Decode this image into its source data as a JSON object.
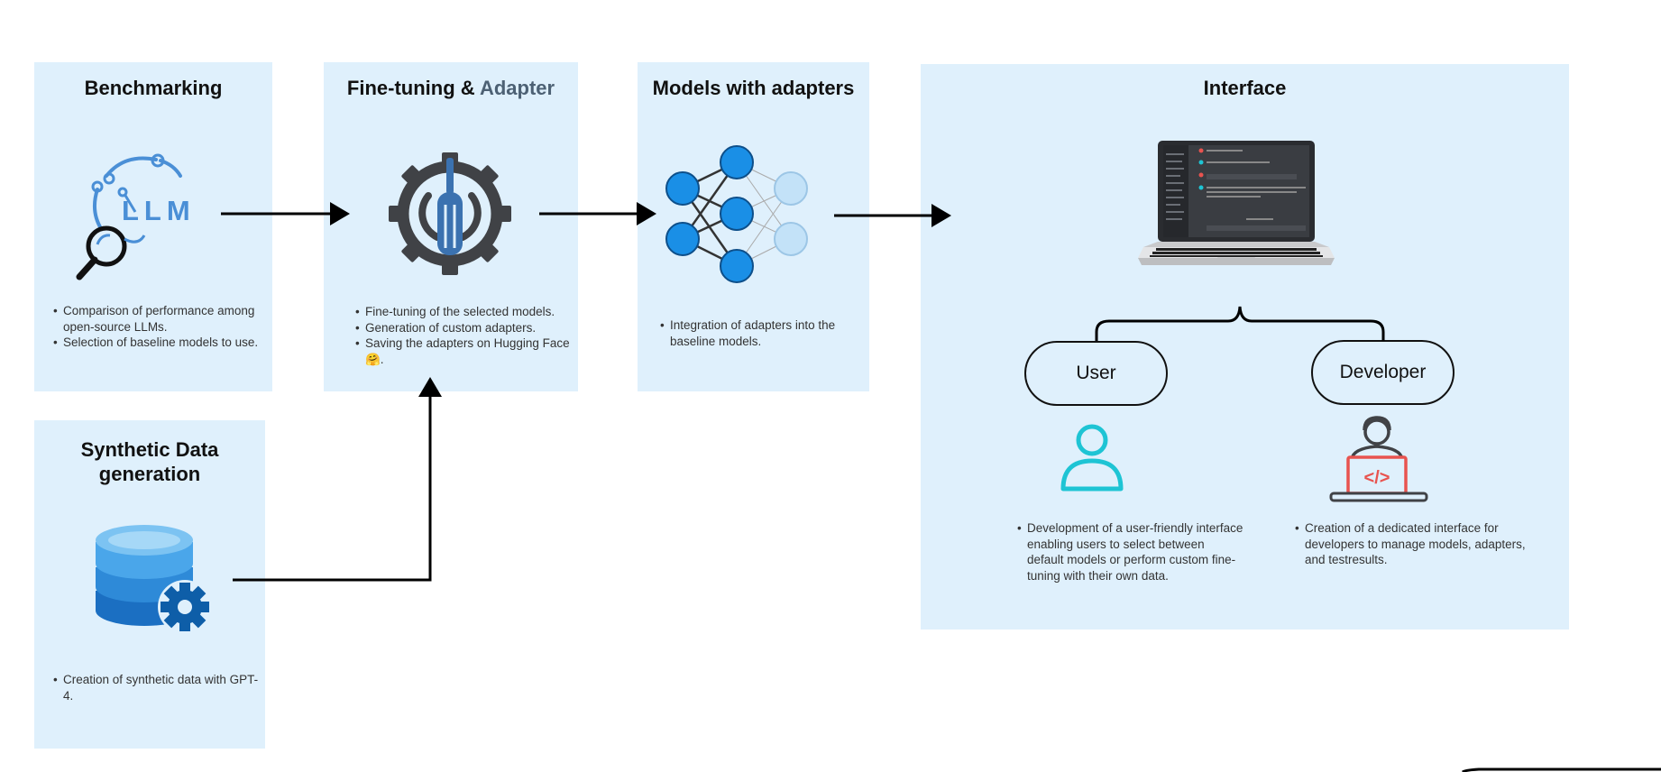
{
  "benchmarking": {
    "title": "Benchmarking",
    "icon_text": "LLM",
    "bullets": [
      "Comparison of performance among open-source LLMs.",
      " Selection of baseline models to use."
    ]
  },
  "finetuning": {
    "title_main": "Fine-tuning & ",
    "title_accent": "Adapter",
    "bullets": [
      "Fine-tuning of the selected models.",
      "Generation of custom adapters.",
      "Saving the adapters on Hugging Face 🤗."
    ]
  },
  "models": {
    "title": "Models with adapters",
    "bullets": [
      "Integration of adapters into the baseline models."
    ]
  },
  "synthetic": {
    "title_line1": "Synthetic Data",
    "title_line2": "generation",
    "bullets": [
      "Creation of synthetic data with GPT-4."
    ]
  },
  "interface": {
    "title": "Interface",
    "user_label": "User",
    "developer_label": "Developer",
    "user_bullets": [
      "Development of a user-friendly interface enabling users to select between default models or perform custom fine-tuning with their own data."
    ],
    "developer_bullets": [
      "Creation of a dedicated interface for developers to manage models, adapters, and testresults."
    ]
  },
  "colors": {
    "panel_bg": "#dff0fc",
    "icon_blue": "#4a8fd6",
    "node_blue": "#1a8fe6",
    "node_light": "#c3e2f8",
    "user_teal": "#1ec4d4",
    "dev_red": "#e8534f",
    "dark_gray": "#404246"
  }
}
